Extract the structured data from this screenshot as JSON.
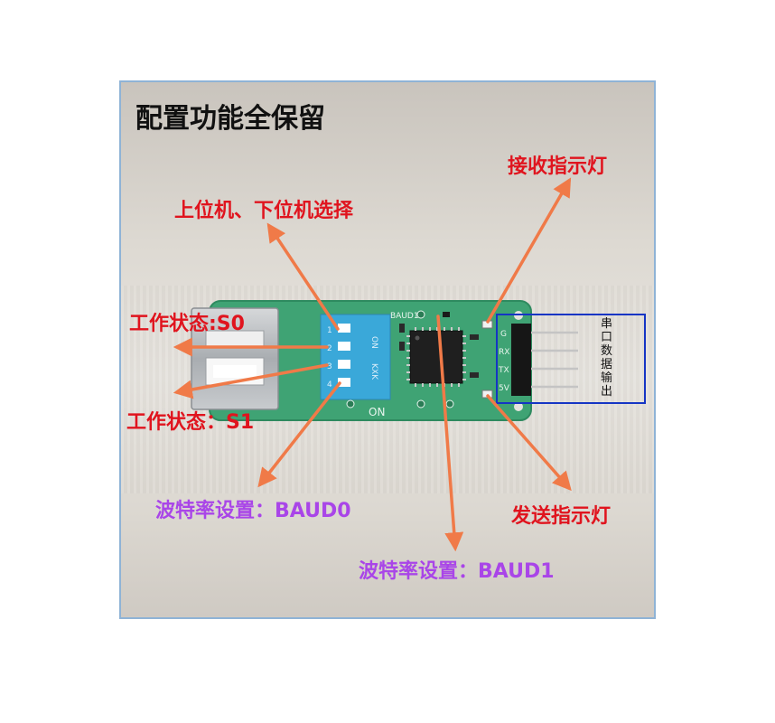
{
  "title": "配置功能全保留",
  "annotations": {
    "host_device_select": "上位机、下位机选择",
    "work_state_s0": "工作状态:S0",
    "work_state_s1": "工作状态：S1",
    "baud0": "波特率设置：BAUD0",
    "baud1": "波特率设置：BAUD1",
    "rx_led": "接收指示灯",
    "tx_led": "发送指示灯",
    "serial_output": [
      "串",
      "口",
      "数",
      "据",
      "输",
      "出"
    ]
  },
  "board": {
    "dip_on_label": "ON",
    "dip_kk_label": "KXK",
    "dip_numbers": [
      "1",
      "2",
      "3",
      "4"
    ],
    "on_label": "ON",
    "baud_silk": "BAUD1",
    "pin_labels": [
      "G",
      "RX",
      "TX",
      "5V"
    ]
  },
  "colors": {
    "red_label": "#e0141e",
    "purple_label": "#a945e8",
    "arrow": "#f07a48",
    "board_green": "#3fa374",
    "dip_blue": "#3aa8d9",
    "box_blue": "#1535c4"
  }
}
